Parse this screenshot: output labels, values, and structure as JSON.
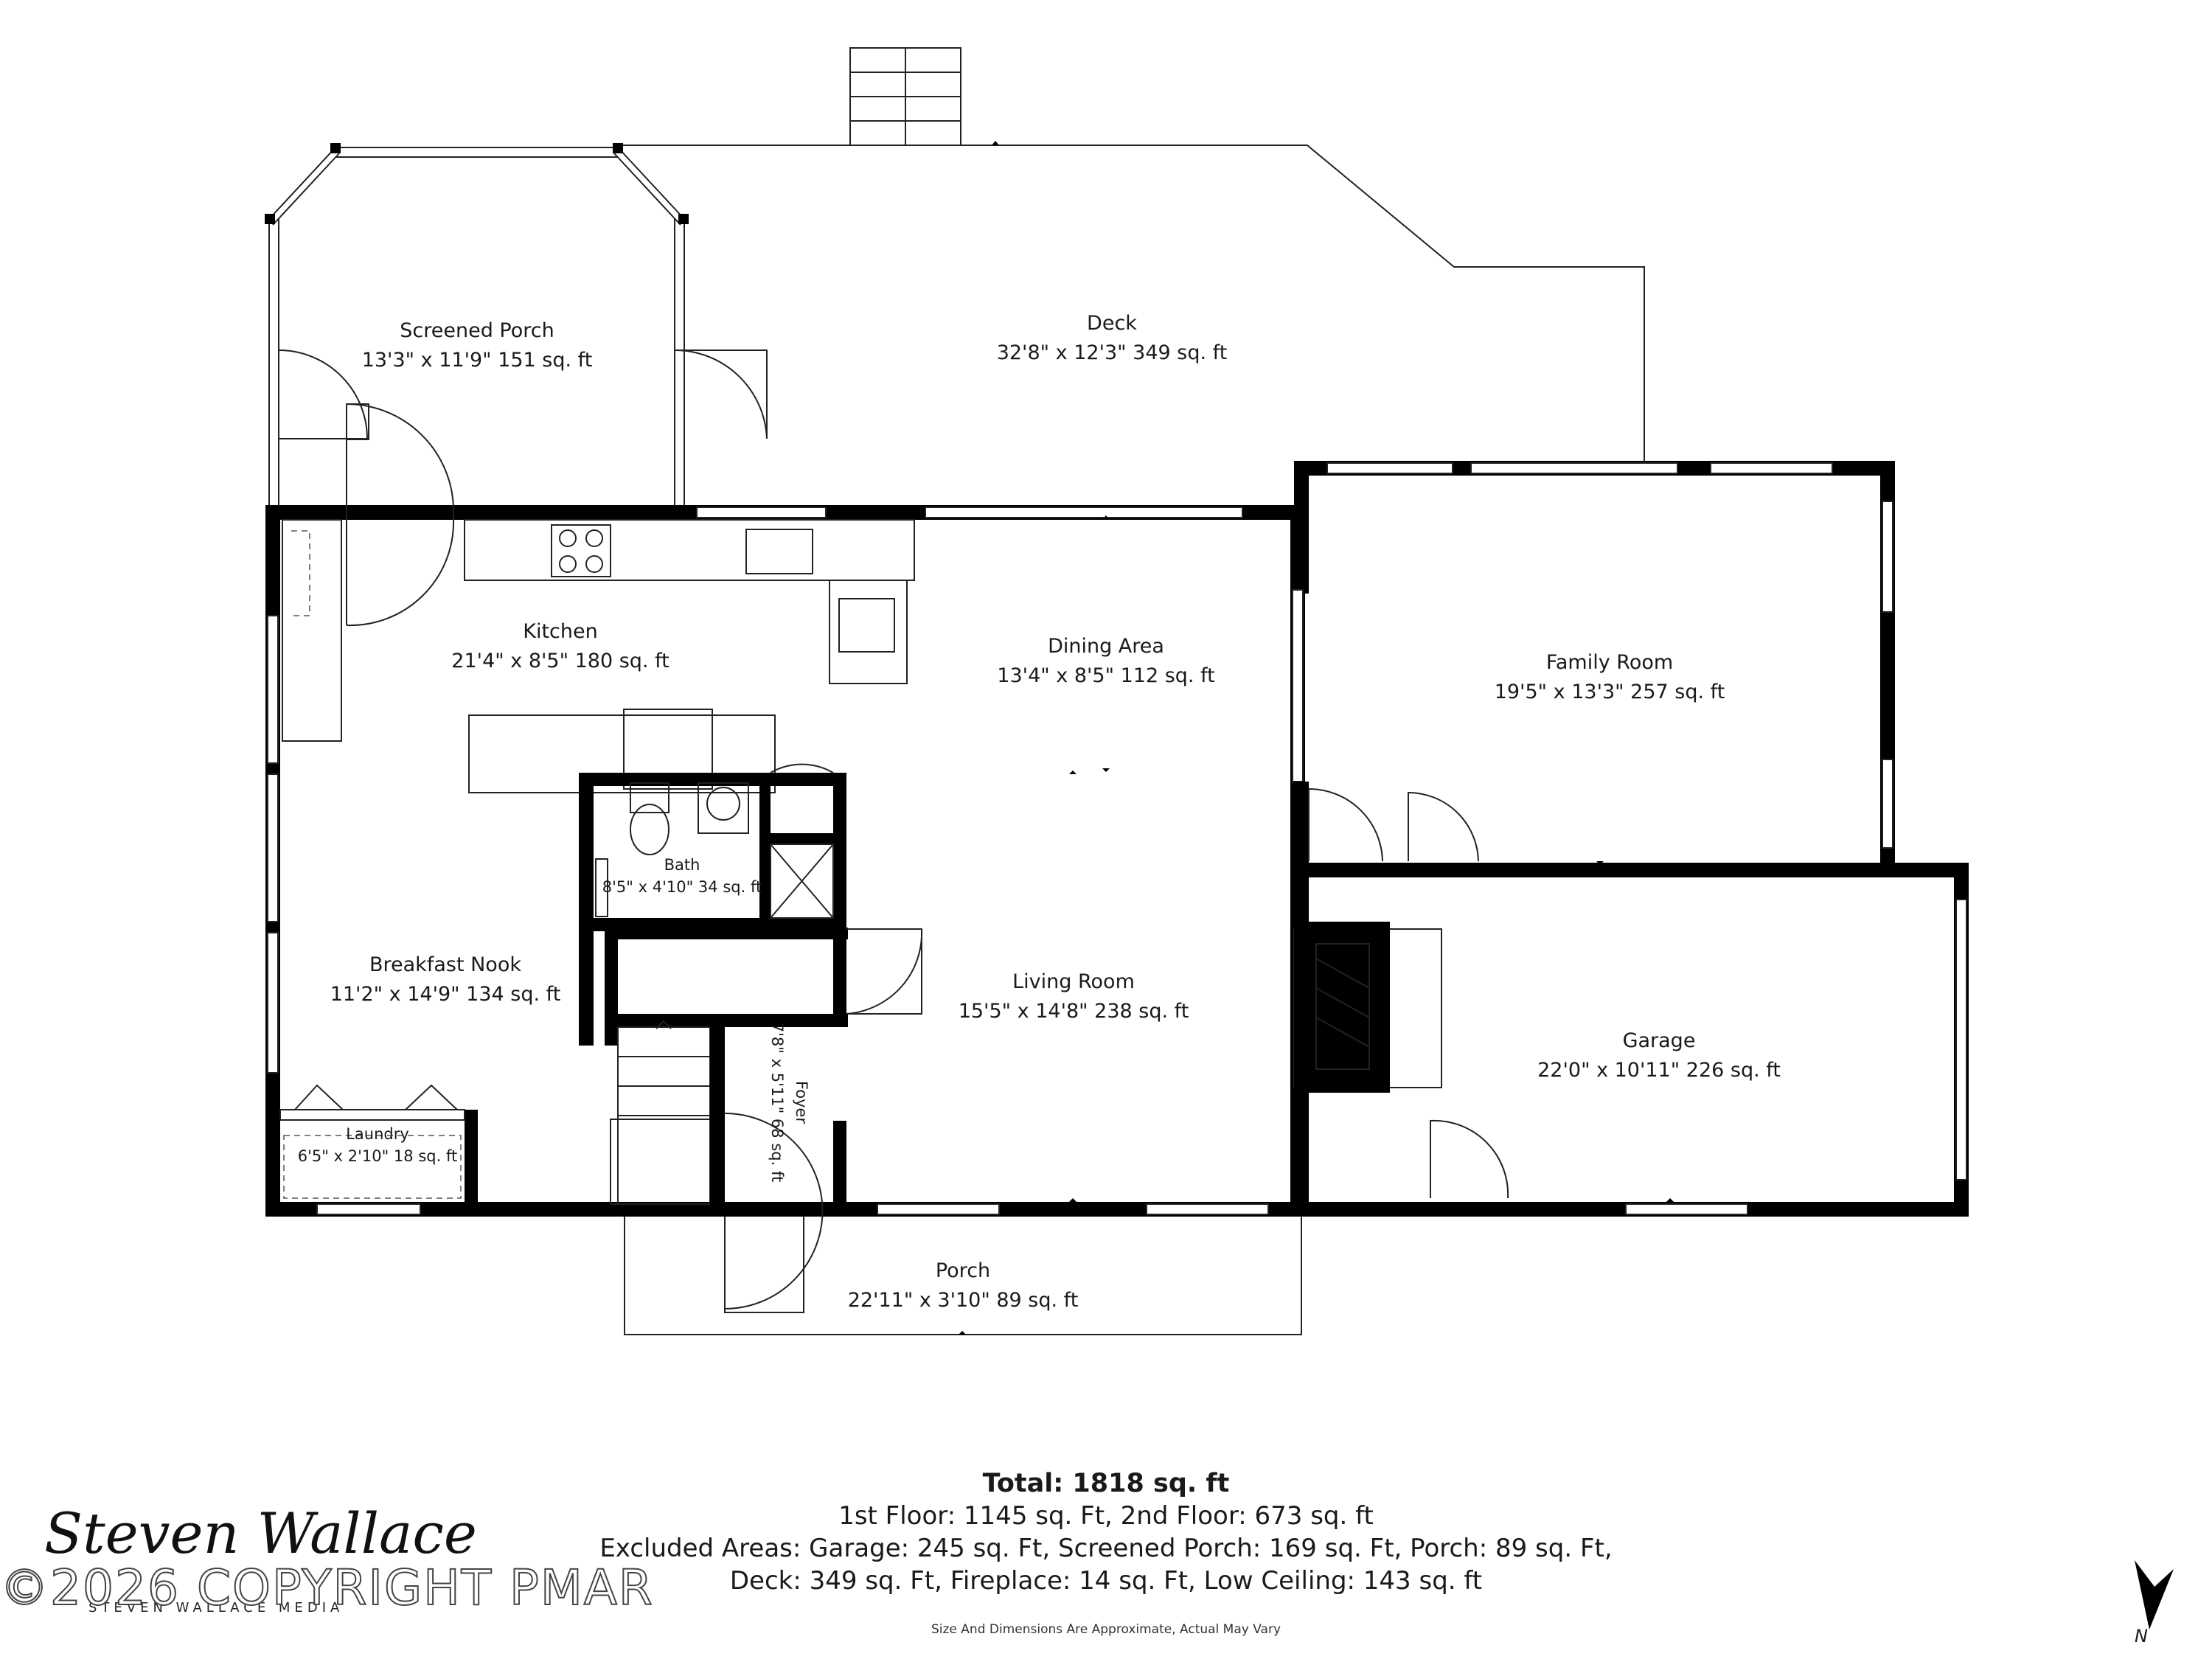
{
  "rooms": {
    "screened_porch": {
      "name": "Screened Porch",
      "dims": "13'3\" x 11'9\" 151 sq. ft"
    },
    "deck": {
      "name": "Deck",
      "dims": "32'8\" x 12'3\" 349 sq. ft"
    },
    "kitchen": {
      "name": "Kitchen",
      "dims": "21'4\" x 8'5\" 180 sq. ft"
    },
    "dining": {
      "name": "Dining Area",
      "dims": "13'4\" x 8'5\" 112 sq. ft"
    },
    "family": {
      "name": "Family Room",
      "dims": "19'5\" x 13'3\" 257 sq. ft"
    },
    "bath": {
      "name": "Bath",
      "dims": "8'5\" x 4'10\" 34 sq. ft"
    },
    "breakfast": {
      "name": "Breakfast Nook",
      "dims": "11'2\" x 14'9\" 134 sq. ft"
    },
    "living": {
      "name": "Living Room",
      "dims": "15'5\" x 14'8\" 238 sq. ft"
    },
    "garage": {
      "name": "Garage",
      "dims": "22'0\" x 10'11\" 226 sq. ft"
    },
    "laundry": {
      "name": "Laundry",
      "dims": "6'5\" x 2'10\" 18 sq. ft"
    },
    "foyer": {
      "name": "Foyer",
      "dims": "7'8\" x 5'11\" 68 sq. ft"
    },
    "porch": {
      "name": "Porch",
      "dims": "22'11\" x 3'10\" 89 sq. ft"
    }
  },
  "summary": {
    "total": "Total: 1818 sq. ft",
    "floors": "1st Floor: 1145 sq. Ft, 2nd Floor: 673 sq. ft",
    "excluded_1": "Excluded Areas: Garage: 245 sq. Ft, Screened Porch: 169 sq. Ft, Porch: 89 sq. Ft,",
    "excluded_2": "Deck: 349 sq. Ft, Fireplace: 14 sq. Ft, Low Ceiling: 143 sq. ft",
    "disclaimer": "Size And Dimensions Are Approximate, Actual May Vary"
  },
  "branding": {
    "signature": "Steven Wallace",
    "subtitle": "STEVEN WALLACE MEDIA",
    "copyright": "©2026 COPYRIGHT PMAR",
    "north": "N"
  }
}
